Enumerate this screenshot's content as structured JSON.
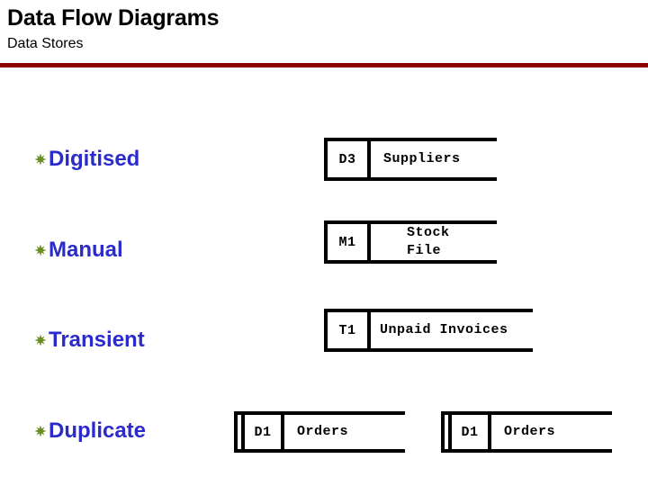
{
  "header": {
    "title": "Data Flow Diagrams",
    "subtitle": "Data Stores",
    "rule_color": "#8B0000"
  },
  "theme": {
    "bullet_text_color": "#2B2BCB",
    "bullet_glyph_color": "#6B8E23",
    "shape_line_color": "#000000",
    "background": "#FFFFFF"
  },
  "bullets": [
    {
      "label": "Digitised",
      "glyph": "star-bullet"
    },
    {
      "label": "Manual",
      "glyph": "star-bullet"
    },
    {
      "label": "Transient",
      "glyph": "star-bullet"
    },
    {
      "label": "Duplicate",
      "glyph": "star-bullet"
    }
  ],
  "data_stores": [
    {
      "id": "D3",
      "name": "Suppliers",
      "kind": "digitised",
      "duplicate": false,
      "multiline": false
    },
    {
      "id": "M1",
      "name": "Stock\nFile",
      "name_line_1": "Stock",
      "name_line_2": "File",
      "kind": "manual",
      "duplicate": false,
      "multiline": true
    },
    {
      "id": "T1",
      "name": "Unpaid Invoices",
      "kind": "transient",
      "duplicate": false,
      "multiline": false
    },
    {
      "id": "D1",
      "name": "Orders",
      "kind": "duplicate",
      "duplicate": true,
      "multiline": false
    },
    {
      "id": "D1",
      "name": "Orders",
      "kind": "duplicate",
      "duplicate": true,
      "multiline": false
    }
  ]
}
